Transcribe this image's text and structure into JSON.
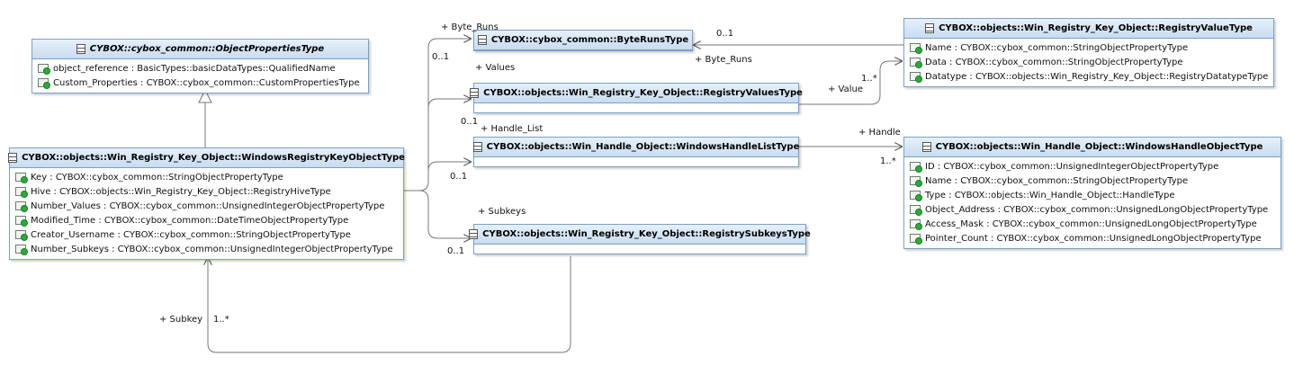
{
  "classes": {
    "object_properties": {
      "title": "CYBOX::cybox_common::ObjectPropertiesType",
      "attributes": [
        "object_reference : BasicTypes::basicDataTypes::QualifiedName",
        "Custom_Properties : CYBOX::cybox_common::CustomPropertiesType"
      ]
    },
    "windows_registry_key": {
      "title": "CYBOX::objects::Win_Registry_Key_Object::WindowsRegistryKeyObjectType",
      "attributes": [
        "Key : CYBOX::cybox_common::StringObjectPropertyType",
        "Hive : CYBOX::objects::Win_Registry_Key_Object::RegistryHiveType",
        "Number_Values : CYBOX::cybox_common::UnsignedIntegerObjectPropertyType",
        "Modified_Time : CYBOX::cybox_common::DateTimeObjectPropertyType",
        "Creator_Username : CYBOX::cybox_common::StringObjectPropertyType",
        "Number_Subkeys : CYBOX::cybox_common::UnsignedIntegerObjectPropertyType"
      ]
    },
    "byte_runs": {
      "title": "CYBOX::cybox_common::ByteRunsType"
    },
    "registry_values": {
      "title": "CYBOX::objects::Win_Registry_Key_Object::RegistryValuesType"
    },
    "handle_list": {
      "title": "CYBOX::objects::Win_Handle_Object::WindowsHandleListType"
    },
    "registry_subkeys": {
      "title": "CYBOX::objects::Win_Registry_Key_Object::RegistrySubkeysType"
    },
    "registry_value": {
      "title": "CYBOX::objects::Win_Registry_Key_Object::RegistryValueType",
      "attributes": [
        "Name : CYBOX::cybox_common::StringObjectPropertyType",
        "Data : CYBOX::cybox_common::StringObjectPropertyType",
        "Datatype : CYBOX::objects::Win_Registry_Key_Object::RegistryDatatypeType"
      ]
    },
    "windows_handle": {
      "title": "CYBOX::objects::Win_Handle_Object::WindowsHandleObjectType",
      "attributes": [
        "ID : CYBOX::cybox_common::UnsignedIntegerObjectPropertyType",
        "Name : CYBOX::cybox_common::StringObjectPropertyType",
        "Type : CYBOX::objects::Win_Handle_Object::HandleType",
        "Object_Address : CYBOX::cybox_common::UnsignedLongObjectPropertyType",
        "Access_Mask : CYBOX::cybox_common::UnsignedLongObjectPropertyType",
        "Pointer_Count : CYBOX::cybox_common::UnsignedLongObjectPropertyType"
      ]
    }
  },
  "labels": {
    "byte_runs_role": "+ Byte_Runs",
    "byte_runs_mult": "0..1",
    "values_role": "+ Values",
    "values_mult": "0..1",
    "handle_list_role": "+ Handle_List",
    "handle_list_mult": "0..1",
    "subkeys_role": "+ Subkeys",
    "subkeys_mult": "0..1",
    "value_byte_runs_mult": "0..1",
    "value_byte_runs_role": "+ Byte_Runs",
    "value_role": "+ Value",
    "value_mult": "1..*",
    "handle_role": "+ Handle",
    "handle_mult": "1..*",
    "subkey_role": "+ Subkey",
    "subkey_mult": "1..*"
  }
}
